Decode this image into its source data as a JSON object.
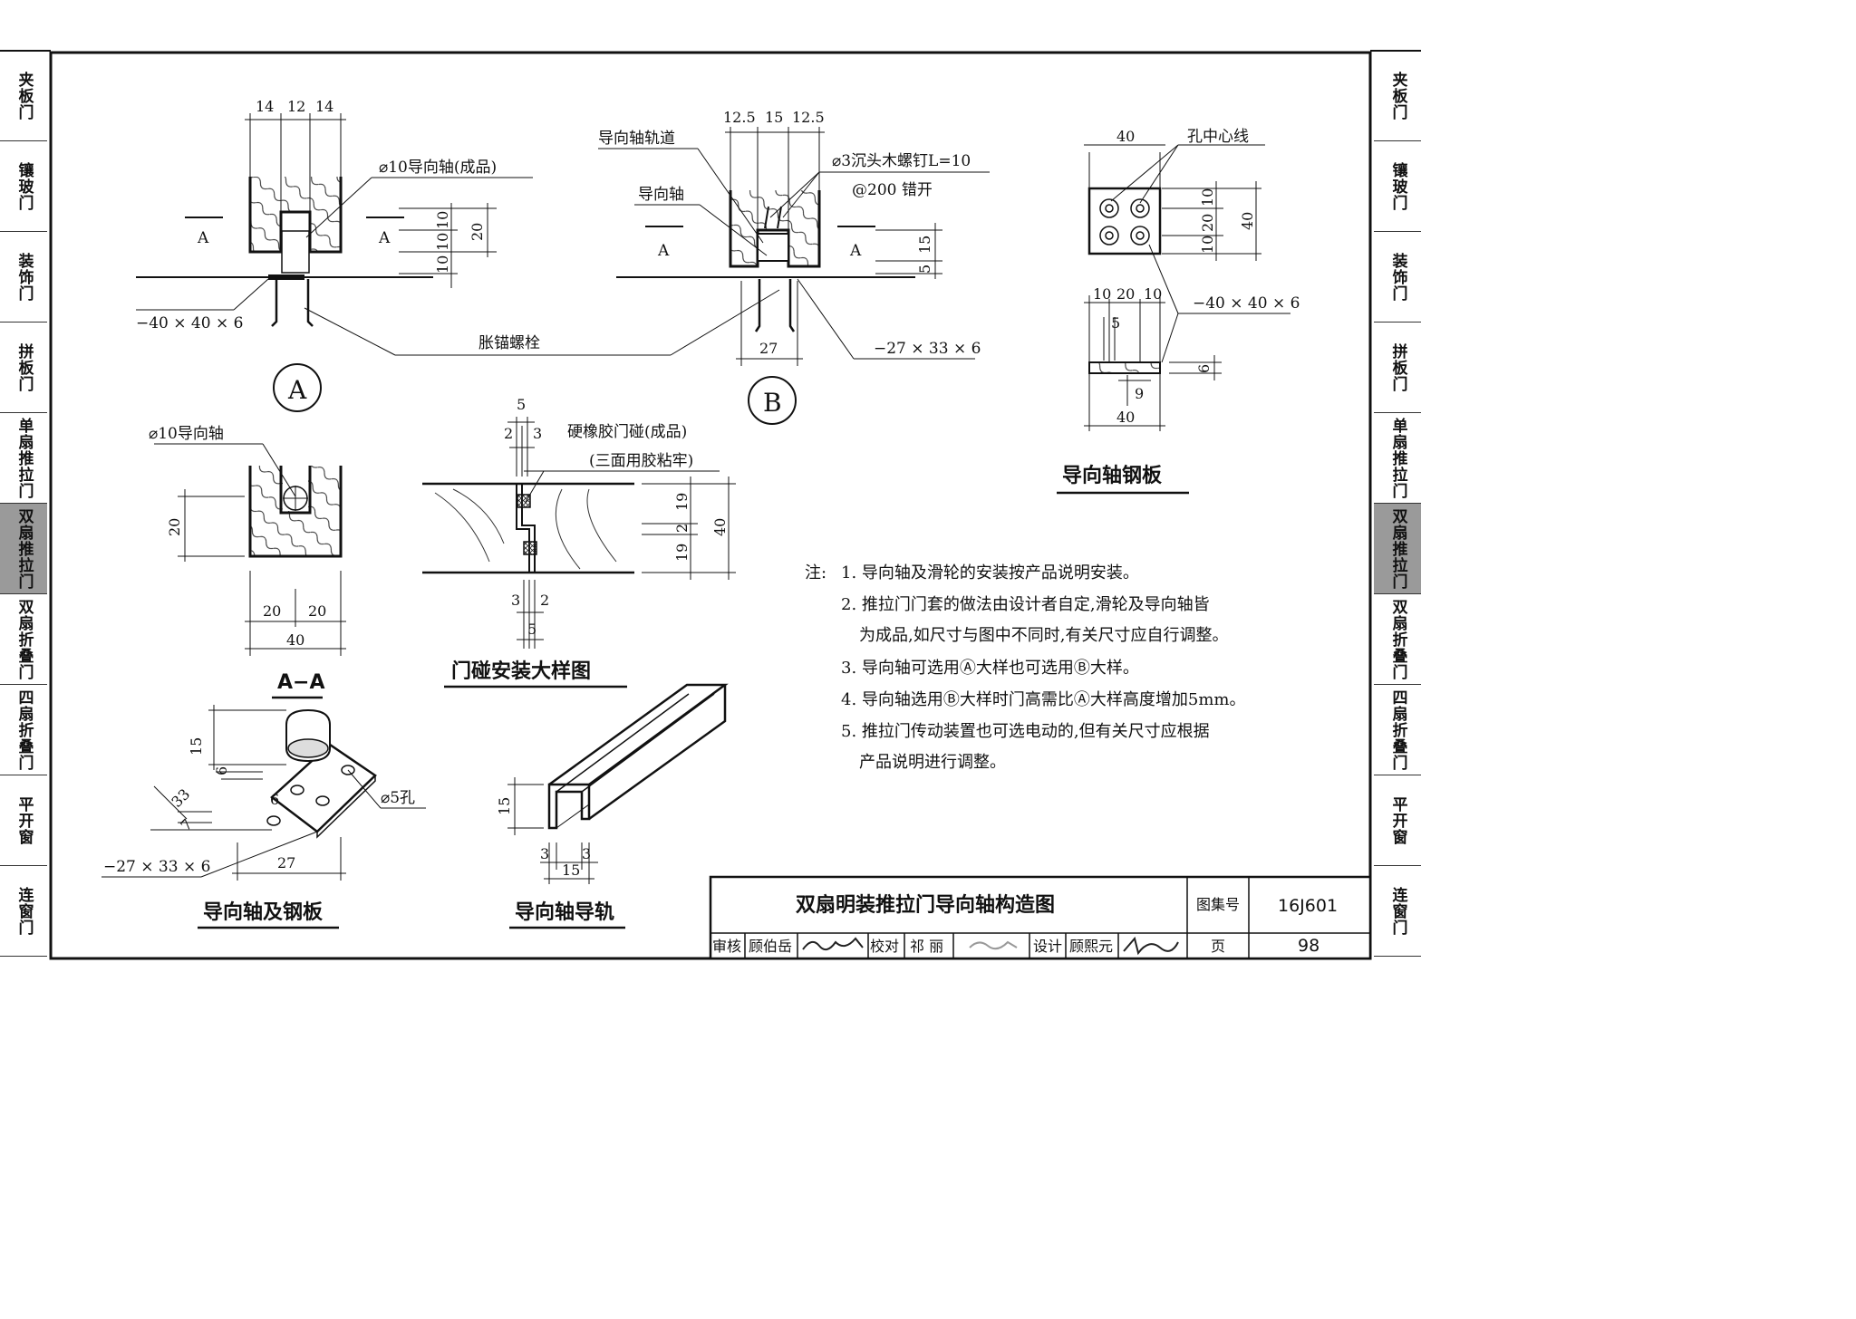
{
  "side_tabs": {
    "left": [
      "夹板门",
      "镶玻门",
      "装饰门",
      "拼板门",
      "单扇推拉门",
      "双扇推拉门",
      "双扇折叠门",
      "四扇折叠门",
      "平开窗",
      "连窗门"
    ],
    "right": [
      "夹板门",
      "镶玻门",
      "装饰门",
      "拼板门",
      "单扇推拉门",
      "双扇推拉门",
      "双扇折叠门",
      "四扇折叠门",
      "平开窗",
      "连窗门"
    ],
    "active": "双扇推拉门"
  },
  "detail_a": {
    "dims_top": [
      "14",
      "12",
      "14"
    ],
    "label_shaft": "⌀10导向轴(成品)",
    "section_mark": "A",
    "dims_right": [
      "10",
      "10",
      "10",
      "20"
    ],
    "label_plate": "−40 × 40 × 6",
    "circle": "A"
  },
  "detail_b": {
    "dims_top": [
      "12.5",
      "15",
      "12.5"
    ],
    "label_track": "导向轴轨道",
    "label_shaft": "导向轴",
    "label_screw1": "⌀3沉头木螺钉L=10",
    "label_screw2": "@200 错开",
    "section_mark": "A",
    "dims_right": [
      "5",
      "15"
    ],
    "dim_bottom": "27",
    "label_plate": "−27 × 33 × 6",
    "circle": "B"
  },
  "anchor_label": "胀锚螺栓",
  "steel_plate": {
    "dim_40_top": "40",
    "label_center": "孔中心线",
    "dims_right": [
      "10",
      "20",
      "10",
      "40"
    ],
    "dims_mid": [
      "10",
      "20",
      "10"
    ],
    "dim_5": "5",
    "label_plate": "−40 × 40 × 6",
    "dim_6": "6",
    "dim_9": "9",
    "dim_40_bottom": "40",
    "caption": "导向轴钢板"
  },
  "section_aa": {
    "label_shaft": "⌀10导向轴",
    "dim_20": "20",
    "dims_bottom": [
      "20",
      "20"
    ],
    "dim_40": "40",
    "caption": "A−A"
  },
  "door_stop": {
    "dims_top": [
      "5",
      "2",
      "3"
    ],
    "label1": "硬橡胶门碰(成品)",
    "label2": "(三面用胶粘牢)",
    "dims_right": [
      "19",
      "2",
      "19",
      "40"
    ],
    "dims_bottom": [
      "3",
      "2",
      "5"
    ],
    "caption": "门碰安装大样图"
  },
  "shaft_plate": {
    "dims": [
      "15",
      "6",
      "33",
      "6",
      "7"
    ],
    "label_hole": "⌀5孔",
    "label_plate": "−27 × 33 × 6",
    "dim_27": "27",
    "caption": "导向轴及钢板"
  },
  "guide_rail": {
    "dim_15_side": "15",
    "dims_bottom": [
      "3",
      "3",
      "15"
    ],
    "caption": "导向轴导轨"
  },
  "notes": {
    "prefix": "注:",
    "lines": [
      "1. 导向轴及滑轮的安装按产品说明安装。",
      "2. 推拉门门套的做法由设计者自定,滑轮及导向轴皆",
      "为成品,如尺寸与图中不同时,有关尺寸应自行调整。",
      "3. 导向轴可选用Ⓐ大样也可选用Ⓑ大样。",
      "4. 导向轴选用Ⓑ大样时门高需比Ⓐ大样高度增加5mm。",
      "5. 推拉门传动装置也可选电动的,但有关尺寸应根据",
      "产品说明进行调整。"
    ]
  },
  "title_block": {
    "title": "双扇明装推拉门导向轴构造图",
    "atlas_label": "图集号",
    "atlas_no": "16J601",
    "page_label": "页",
    "page_no": "98",
    "review_label": "审核",
    "review_name": "顾伯岳",
    "check_label": "校对",
    "check_name": "祁 丽",
    "design_label": "设计",
    "design_name": "顾熙元"
  }
}
